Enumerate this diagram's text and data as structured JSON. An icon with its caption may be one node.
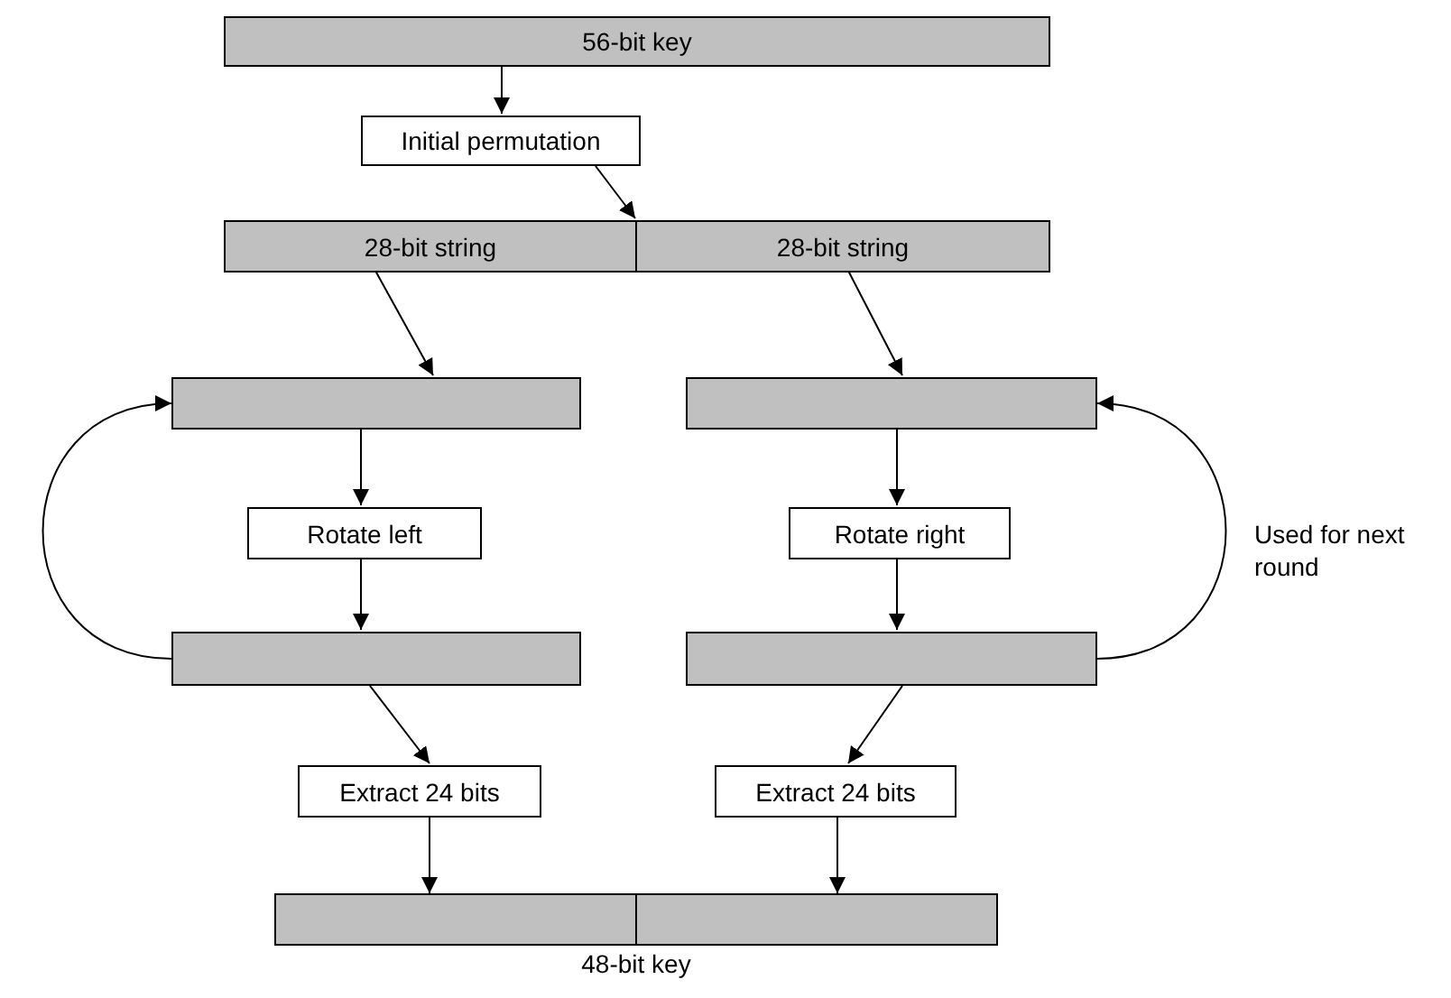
{
  "diagram": {
    "nodes": [
      {
        "text": [
          "56-bit key"
        ]
      },
      {
        "text": [
          "Initial permutation"
        ]
      },
      {
        "text": [],
        "shape": "box"
      },
      {
        "text": [
          "28-bit string"
        ],
        "in": 2
      },
      {
        "text": [
          "28-bit string"
        ],
        "in": 2
      },
      {
        "text": [],
        "shape": "box"
      },
      {
        "text": [],
        "shape": "box"
      },
      {
        "text": [
          "Rotate left"
        ]
      },
      {
        "text": [
          "Rotate right"
        ]
      },
      {
        "text": [],
        "shape": "box"
      },
      {
        "text": [],
        "shape": "box"
      },
      {
        "text": [
          "Extract 24 bits"
        ]
      },
      {
        "text": [
          "Extract 24 bits"
        ]
      },
      {
        "text": [
          "48-bit key"
        ]
      },
      {
        "text": [],
        "shape": "box",
        "in": 13
      },
      {
        "text": [],
        "shape": "box",
        "in": 13
      }
    ],
    "edges": [
      {
        "from": 0,
        "to": 1,
        "arrow": "to"
      },
      {
        "from": 1,
        "to": 2,
        "arrow": "to"
      },
      {
        "from": 3,
        "to": 5,
        "arrow": "to"
      },
      {
        "from": 4,
        "to": 6,
        "arrow": "to"
      },
      {
        "from": 5,
        "to": 7,
        "arrow": "to"
      },
      {
        "from": 6,
        "to": 8,
        "arrow": "to"
      },
      {
        "from": 7,
        "to": 9,
        "arrow": "to"
      },
      {
        "from": 8,
        "to": 10,
        "arrow": "to"
      },
      {
        "from": 9,
        "to": 11,
        "arrow": "to"
      },
      {
        "from": 10,
        "to": 12,
        "arrow": "to"
      },
      {
        "from": 11,
        "to": 14,
        "arrow": "to"
      },
      {
        "from": 12,
        "to": 15,
        "arrow": "to"
      },
      {
        "from": 9,
        "to": 5,
        "arrow": "to"
      },
      {
        "from": 10,
        "to": 6,
        "arrow": "to"
      }
    ],
    "labels": [
      "Used for next round"
    ]
  }
}
